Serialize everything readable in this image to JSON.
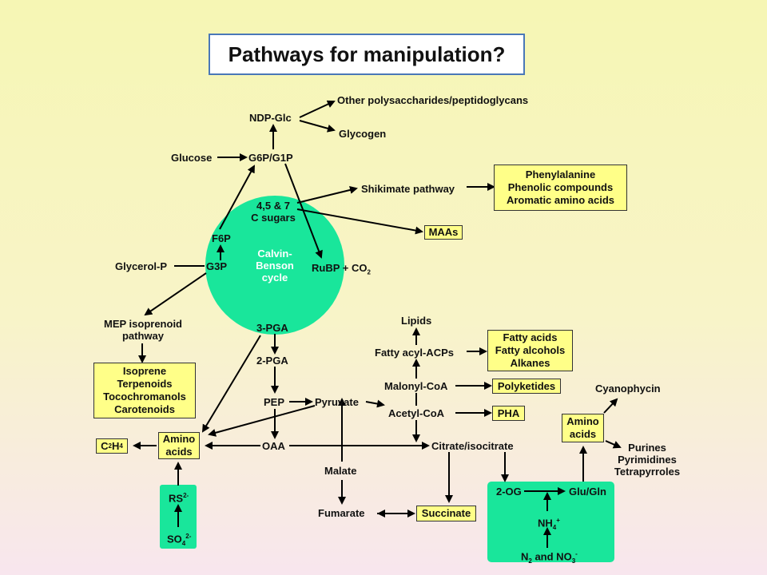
{
  "title": "Pathways for manipulation?",
  "calvin": {
    "line1": "Calvin-",
    "line2": "Benson",
    "line3": "cycle"
  },
  "nodes": {
    "ndp_glc": "NDP-Glc",
    "other_poly": "Other polysaccharides/peptidoglycans",
    "glycogen": "Glycogen",
    "glucose": "Glucose",
    "g6p": "G6P/G1P",
    "sugars_line1": "4,5 & 7",
    "sugars_line2": "C sugars",
    "shikimate": "Shikimate pathway",
    "f6p": "F6P",
    "glycerol_p": "Glycerol-P",
    "g3p": "G3P",
    "rubp": "RuBP + CO",
    "rubp_sub": "2",
    "mep_line1": "MEP isoprenoid",
    "mep_line2": "pathway",
    "pga3": "3-PGA",
    "pga2": "2-PGA",
    "pep": "PEP",
    "pyruvate": "Pyruvate",
    "oaa": "OAA",
    "malate": "Malate",
    "fumarate": "Fumarate",
    "lipids": "Lipids",
    "fatty_acyl": "Fatty acyl-ACPs",
    "malonyl": "Malonyl-CoA",
    "acetyl": "Acetyl-CoA",
    "citrate": "Citrate/isocitrate",
    "cyanophycin": "Cyanophycin",
    "purines": "Purines",
    "pyrimidines": "Pyrimidines",
    "tetrapyrroles": "Tetrapyrroles",
    "og2": "2-OG",
    "glu_gln": "Glu/Gln",
    "nh4": "NH",
    "nh4_sub": "4",
    "nh4_sup": "+",
    "n2_a": "N",
    "n2_sub": "2",
    "n2_b": " and NO",
    "no3_sub": "3",
    "no3_sup": "-",
    "rs": "RS",
    "rs_sup": "2-",
    "so4": "SO",
    "so4_sub": "4",
    "so4_sup": "2-"
  },
  "boxes": {
    "aromatic": [
      "Phenylalanine",
      "Phenolic compounds",
      "Aromatic amino acids"
    ],
    "maas": "MAAs",
    "isoprene": [
      "Isoprene",
      "Terpenoids",
      "Tocochromanols",
      "Carotenoids"
    ],
    "fatty": [
      "Fatty acids",
      "Fatty alcohols",
      "Alkanes"
    ],
    "polyketides": "Polyketides",
    "pha": "PHA",
    "amino_left": [
      "Amino",
      "acids"
    ],
    "amino_right": [
      "Amino",
      "acids"
    ],
    "c2h4": "C",
    "c2h4_sub1": "2",
    "c2h4_mid": "H",
    "c2h4_sub2": "4",
    "succinate": "Succinate"
  },
  "colors": {
    "green": "#19e69b",
    "box_fill": "#ffff88",
    "title_border": "#4a78b8"
  }
}
